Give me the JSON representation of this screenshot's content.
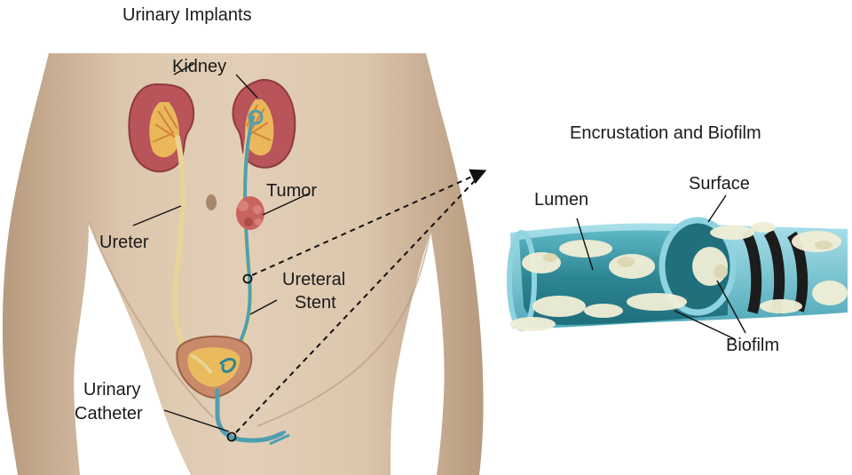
{
  "left_panel": {
    "title": "Urinary Implants",
    "labels": {
      "kidney": "Kidney",
      "tumor": "Tumor",
      "ureter": "Ureter",
      "ureteral_stent_line1": "Ureteral",
      "ureteral_stent_line2": "Stent",
      "urinary_catheter_line1": "Urinary",
      "urinary_catheter_line2": "Catheter"
    }
  },
  "right_panel": {
    "title": "Encrustation and Biofilm",
    "labels": {
      "lumen": "Lumen",
      "surface": "Surface",
      "biofilm": "Biofilm"
    }
  },
  "colors": {
    "skin": "#d9c2a8",
    "skin_shadow": "#b99c80",
    "kidney": "#b8545a",
    "kidney_inner": "#f0c35a",
    "ureter": "#e8d497",
    "stent": "#4f9fb0",
    "tube_inner": "#2c8593",
    "tube_outer": "#8fd3e0",
    "biofilm": "#f2efd6",
    "band": "#1c1c1c",
    "bladder": "#c98a6a",
    "tumor": "#c8645e"
  }
}
